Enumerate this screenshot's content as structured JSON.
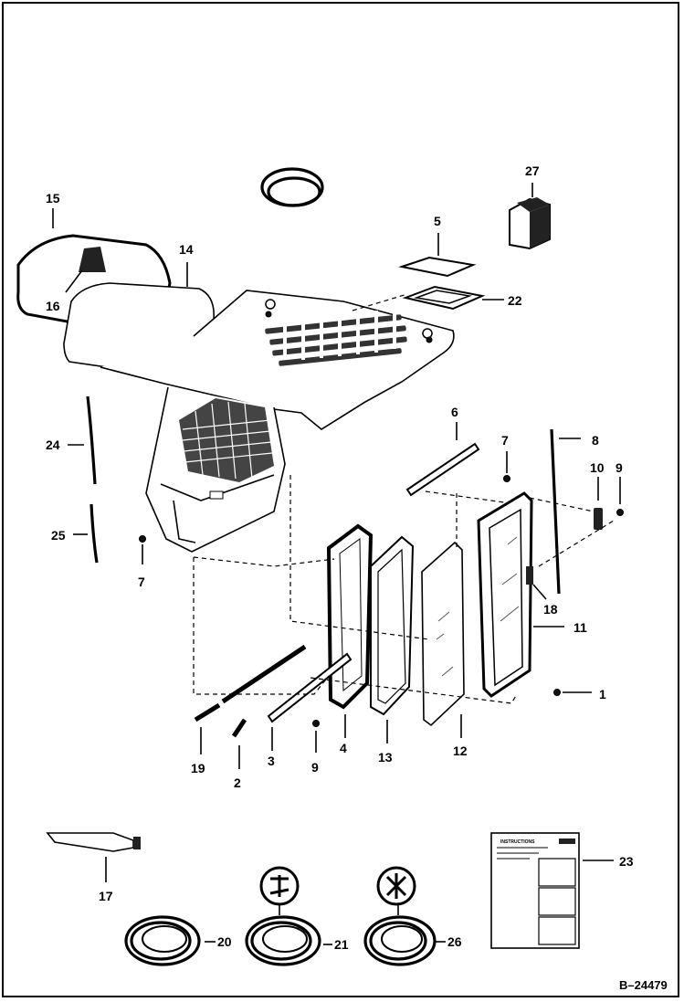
{
  "figure_id": "B–24479",
  "callouts": {
    "c1": "1",
    "c2": "2",
    "c3": "3",
    "c4": "4",
    "c5": "5",
    "c6": "6",
    "c7a": "7",
    "c7b": "7",
    "c8": "8",
    "c9a": "9",
    "c9b": "9",
    "c10": "10",
    "c11": "11",
    "c12": "12",
    "c13": "13",
    "c14": "14",
    "c15": "15",
    "c16": "16",
    "c17": "17",
    "c18": "18",
    "c19": "19",
    "c20": "20",
    "c21": "21",
    "c22": "22",
    "c23": "23",
    "c24": "24",
    "c25": "25",
    "c26": "26",
    "c27": "27"
  },
  "decal": {
    "title": "INSTRUCTIONS"
  }
}
